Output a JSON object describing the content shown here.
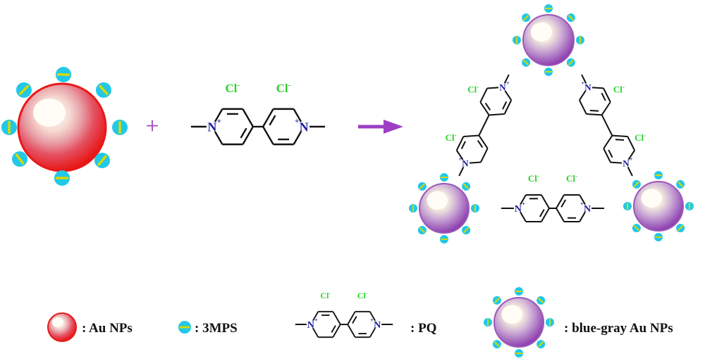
{
  "labels": {
    "chloride": "Cl",
    "chloride_charge": "-",
    "nitrogen": "N",
    "plus_charge": "+",
    "plus_sign": "+"
  },
  "legend": {
    "au_nps": ": Au NPs",
    "mps": ": 3MPS",
    "pq": ": PQ",
    "blue_gray": ": blue-gray Au NPs"
  },
  "colors": {
    "red_np": "#ec1c1c",
    "purple_np": "#9b59b6",
    "ligand_fill": "#21c8e8",
    "ligand_bar": "#d8d800",
    "chloride": "#2ed12e",
    "plus_sign": "#9c3fc4",
    "arrow": "#9c3fc4",
    "nitrogen": "#1a1a9c",
    "bond": "#111111"
  }
}
